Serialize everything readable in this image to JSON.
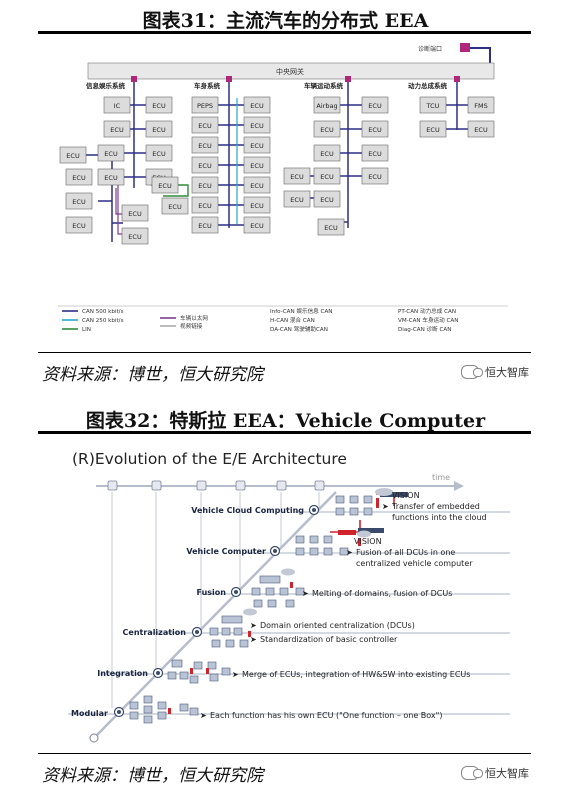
{
  "figure31": {
    "title": "图表31：主流汽车的分布式 EEA",
    "gateway": "中央网关",
    "diag_port": "诊断端口",
    "domains": [
      "信息娱乐系统",
      "车身系统",
      "车辆运动系统",
      "动力总成系统"
    ],
    "nodes": {
      "ic": "IC",
      "peps": "PEPS",
      "airbag": "Airbag",
      "tcu": "TCU",
      "fms": "FMS",
      "ecu": "ECU"
    },
    "legend": {
      "can500": "CAN 500 kbit/s",
      "can250": "CAN 250 kbit/s",
      "lin": "LIN",
      "eth": "车辆以太网",
      "video": "视频链接",
      "info_can": "Info-CAN  娱乐信息 CAN",
      "h_can": "H-CAN  混合 CAN",
      "da_can": "DA-CAN  驾驶辅助CAN",
      "pt_can": "PT-CAN  动力总成 CAN",
      "vm_can": "VM-CAN  车身运动 CAN",
      "diag_can": "Diag-CAN  诊断 CAN"
    },
    "source": "资料来源：博世，恒大研究院"
  },
  "figure32": {
    "title": "图表32：特斯拉 EEA：Vehicle Computer",
    "heading": "(R)Evolution of the E/E Architecture",
    "time_label": "time",
    "stages": [
      "Modular",
      "Integration",
      "Centralization",
      "Fusion",
      "Vehicle Computer",
      "Vehicle Cloud Computing"
    ],
    "descriptions": {
      "modular": "Each function has his own ECU (\"One function – one Box\")",
      "integration": "Merge of ECUs, integration of HW&SW into existing ECUs",
      "centralization_1": "Domain oriented centralization (DCUs)",
      "centralization_2": "Standardization of basic controller",
      "fusion": "Melting of domains, fusion of DCUs",
      "vc_title": "VISION",
      "vc_1": "Fusion of all DCUs in one",
      "vc_2": "centralized vehicle computer",
      "vcc_title": "VISION",
      "vcc_1": "Transfer of embedded",
      "vcc_2": "functions into the cloud"
    },
    "source": "资料来源：博世，恒大研究院"
  },
  "watermark": "恒大智库",
  "colors": {
    "bus": "#2b2f86",
    "port": "#b0267a",
    "lightbus": "#2aa8c8",
    "green": "#2e8b3a",
    "red": "#d0232a"
  }
}
